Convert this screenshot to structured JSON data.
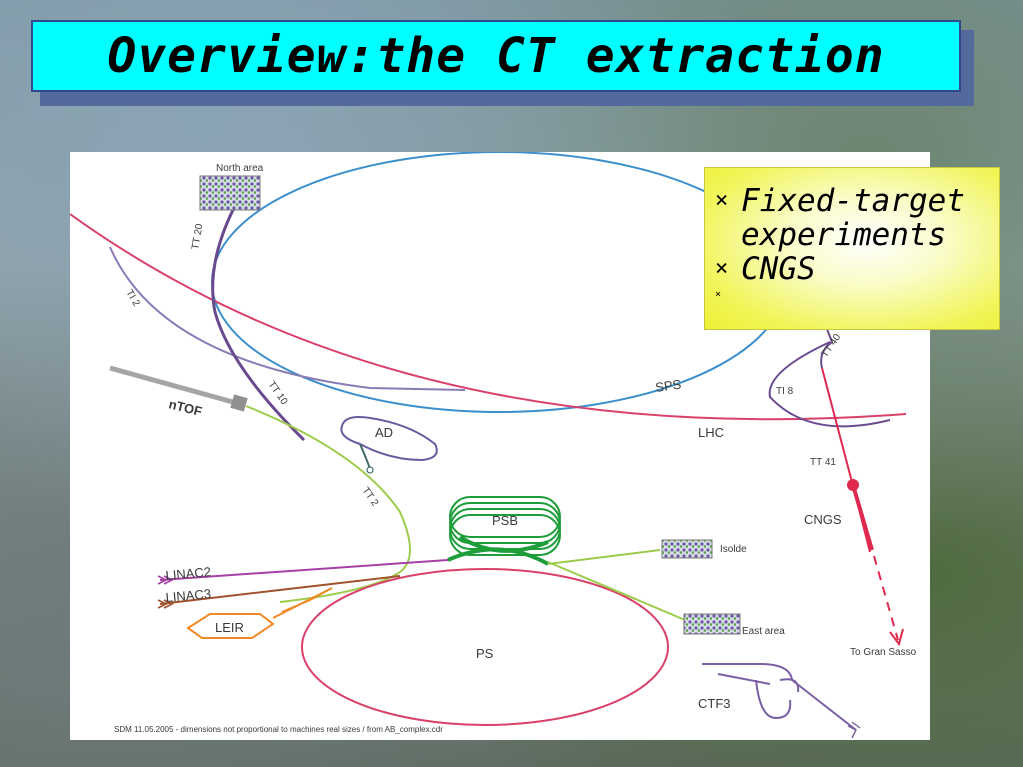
{
  "slide": {
    "title": "Overview:the CT extraction"
  },
  "bullets": [
    {
      "marker": "×",
      "text": "Fixed-target experiments"
    },
    {
      "marker": "×",
      "text": "CNGS"
    },
    {
      "marker": "×",
      "text": ""
    }
  ],
  "diagram": {
    "labels": {
      "north_area": "North area",
      "tt20": "TT 20",
      "ti2": "TI 2",
      "ntof": "nTOF",
      "tt10": "TT 10",
      "ad": "AD",
      "tt2": "TT 2",
      "sps": "SPS",
      "lhc": "LHC",
      "ti8": "TI 8",
      "tt40": "TT 40",
      "tt41": "TT 41",
      "cngs": "CNGS",
      "psb": "PSB",
      "isolde": "Isolde",
      "linac2": "LINAC2",
      "linac3": "LINAC3",
      "leir": "LEIR",
      "east_area": "East area",
      "ps": "PS",
      "to_gran_sasso": "To Gran Sasso",
      "ctf3": "CTF3",
      "footer": "SDM 11.05.2005   -   dimensions not proportional to machines real sizes / from AB_complex.cdr"
    },
    "colors": {
      "sps": "#3b8fcc",
      "lhc": "#d9416b",
      "ps": "#d9416b",
      "psb": "#1e9e3a",
      "transfer_green": "#9ccc4a",
      "purple": "#7a5fa3",
      "linac2": "#a63fa6",
      "linac3": "#a0522d",
      "leir": "#f08a24",
      "cngs": "#e0294f"
    }
  }
}
